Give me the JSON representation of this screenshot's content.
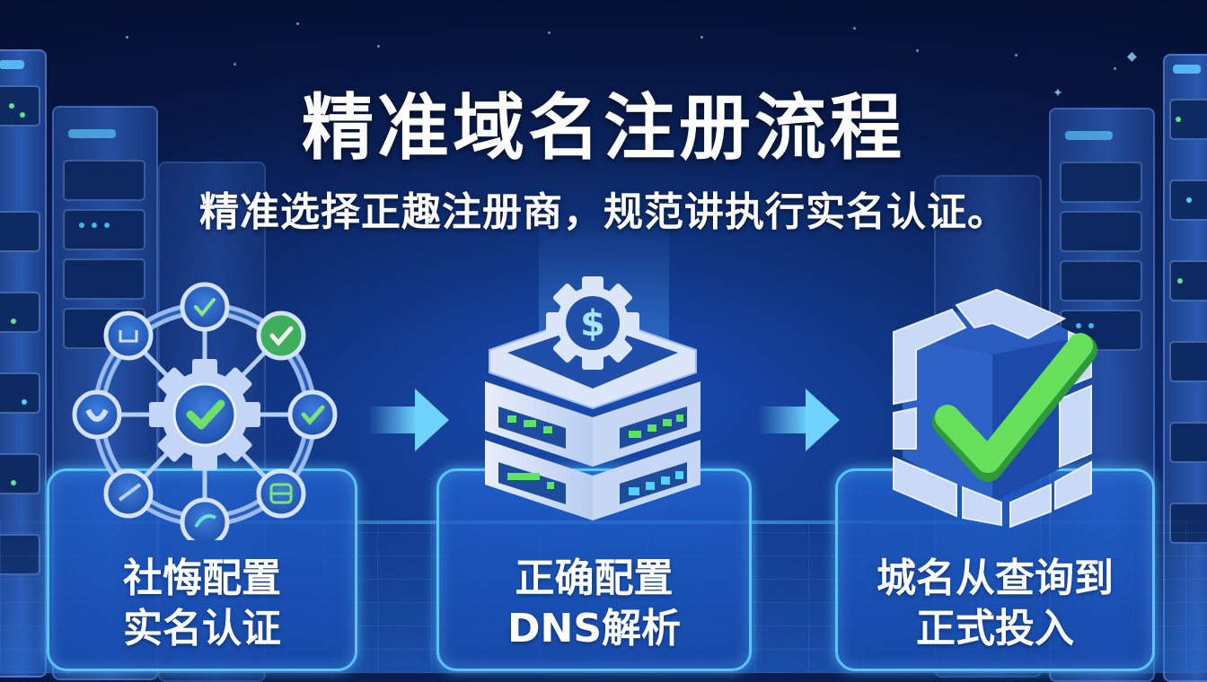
{
  "title": "精准域名注册流程",
  "subtitle": "精准选择正趣注册商，规范讲执行实名认证。",
  "steps": [
    {
      "icon": "gear-network-checkmark-icon",
      "lines": [
        "社悔配置",
        "实名认证"
      ]
    },
    {
      "icon": "server-dollar-gear-icon",
      "lines": [
        "正确配置",
        "DNS解析"
      ]
    },
    {
      "icon": "cube-checkmark-icon",
      "lines": [
        "城名从查询到",
        "正式投入"
      ]
    }
  ],
  "arrows": [
    "arrow-right-icon",
    "arrow-right-icon"
  ],
  "colors": {
    "background_dark": "#071640",
    "background_mid": "#10357f",
    "panel_border": "#5cc3ff",
    "panel_fill": "#1f5fc8",
    "check_green": "#5fdc5a",
    "icon_light": "#c9dbff",
    "arrow": "#6fd3ff",
    "text": "#ffffff"
  }
}
